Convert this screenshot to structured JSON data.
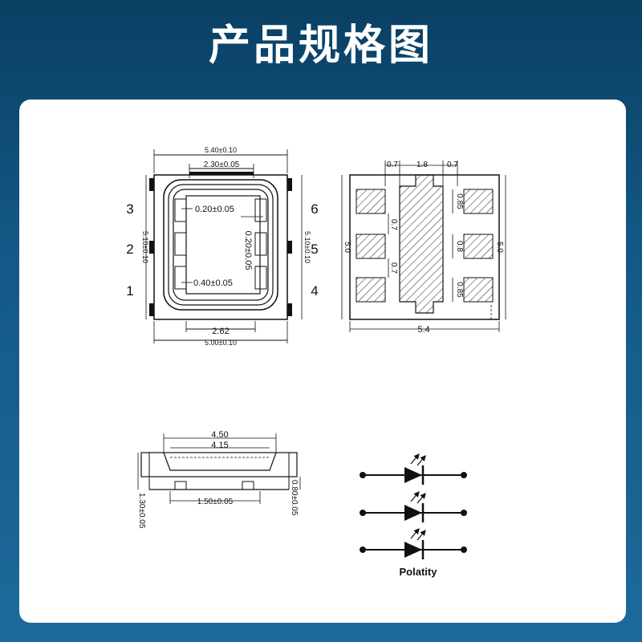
{
  "title": "产品规格图",
  "top_view": {
    "width_outer": "5.40±0.10",
    "width_lens": "2.30±0.05",
    "width_bottom": "5.00±0.10",
    "width_base": "2.62",
    "height_left": "5.10±0.10",
    "height_right": "5.10±0.10",
    "gap_top": "0.20±0.05",
    "gap_right": "0.20±0.05",
    "gap_inner": "0.40±0.05",
    "pins_left": [
      "3",
      "2",
      "1"
    ],
    "pins_right": [
      "6",
      "5",
      "4"
    ]
  },
  "pad_view": {
    "pad_width_left": "0.7",
    "center_width": "1.8",
    "pad_width_right": "0.7",
    "gap_left_1": "0.7",
    "gap_left_2": "0.7",
    "pad_h_1": "0.85",
    "pad_h_2": "0.8",
    "pad_h_3": "0.85",
    "height_left": "5.0",
    "height_right": "5.0",
    "total_width": "5.4"
  },
  "side_view": {
    "width_outer": "4.50",
    "width_inner": "4.15",
    "foot_span": "1.50±0.05",
    "height_total": "1.30±0.05",
    "height_body": "0.80±0.05"
  },
  "polarity": {
    "label": "Polatity"
  }
}
